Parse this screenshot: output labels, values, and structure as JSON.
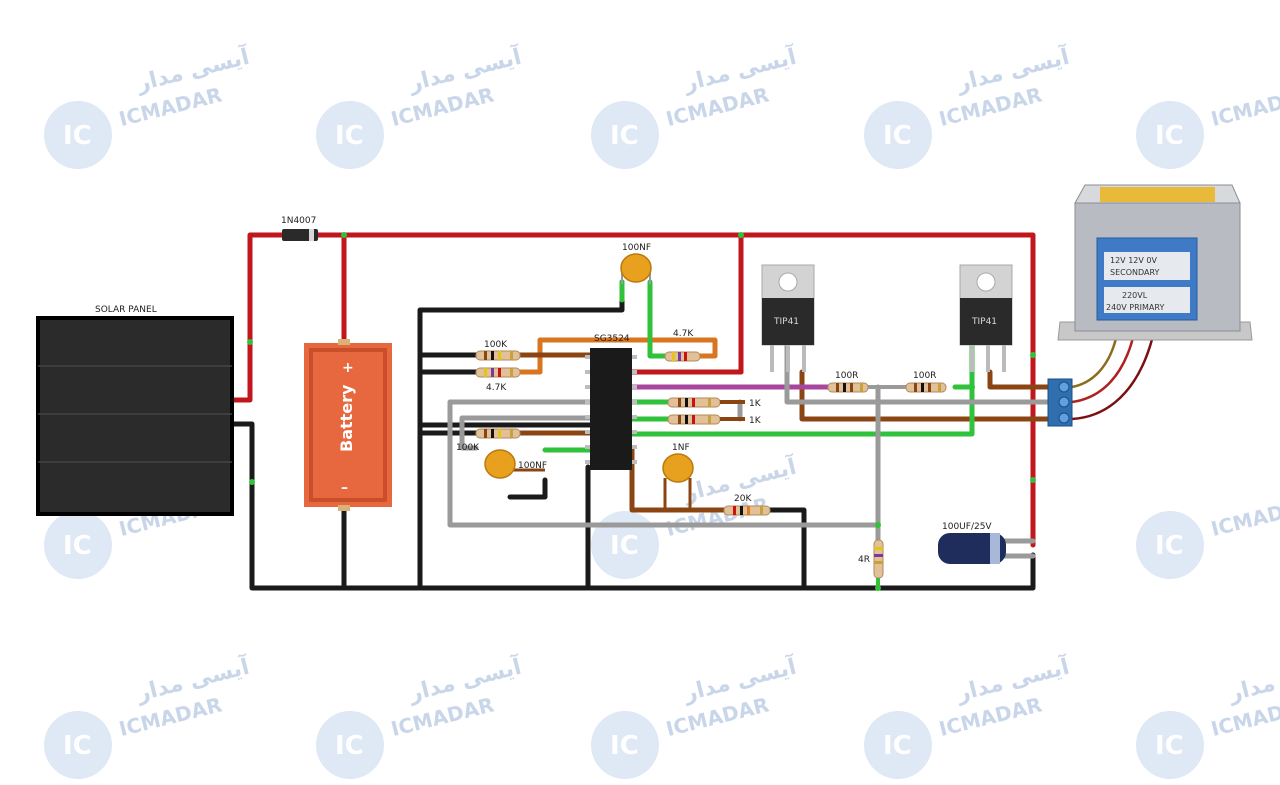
{
  "watermark": {
    "latin": "ICMADAR",
    "persian": "آیسی مدار",
    "badge": "IC",
    "color": "#c9d6ea"
  },
  "labels": {
    "solar_panel": "SOLAR PANEL",
    "diode": "1N4007",
    "battery": "Battery",
    "battery_plus": "+",
    "battery_minus": "–",
    "ic": "SG3524",
    "cap_top": "100NF",
    "r_100k_top": "100K",
    "r_4k7_left": "4.7K",
    "r_4k7_right": "4.7K",
    "r_1k_a": "1K",
    "r_1k_b": "1K",
    "r_100k_bottom": "100K",
    "cap_bottom": "100NF",
    "cap_1nf": "1NF",
    "r_20k": "20K",
    "r_100r_a": "100R",
    "r_100r_b": "100R",
    "transistor_left": "TIP41",
    "transistor_right": "TIP41",
    "r_4r": "4R",
    "electrolytic": "100UF/25V",
    "trafo_sec": "12V 12V 0V",
    "trafo_sec2": "SECONDARY",
    "trafo_pri": "220VL",
    "trafo_pri2": "240V PRIMARY"
  },
  "colors": {
    "red_wire": "#c0161c",
    "black_wire": "#1a1a1a",
    "orange_wire": "#d9741f",
    "brown_wire": "#8b4513",
    "green_wire": "#2fc23a",
    "purple_wire": "#a8469e",
    "gray_wire": "#9a9a9a",
    "olive_wire": "#8a6d1a",
    "battery_body": "#e7683f"
  }
}
